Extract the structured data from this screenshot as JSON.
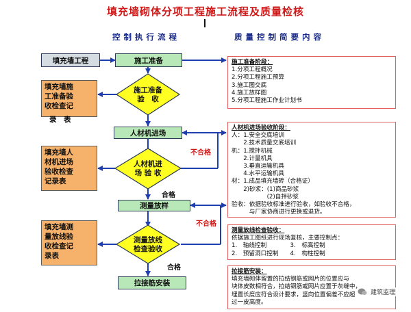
{
  "title": "填充墙砌体分项工程施工流程及质量检核",
  "headers": {
    "left": "控制执行流程",
    "right": "质量控制简要内容"
  },
  "start_box": "填充墙工程",
  "flow": {
    "prep": "施工准备",
    "prep_check": [
      "施工准备",
      "验　收"
    ],
    "entry": "人材机进场",
    "entry_check": [
      "人材机进",
      "场 验 收"
    ],
    "survey": "测量放样",
    "survey_check": [
      "测量放线",
      "检查验收"
    ],
    "rebar": "拉接筋安装"
  },
  "records": [
    [
      "填充墙施",
      "工准备验",
      "收检查记",
      "录　表"
    ],
    [
      "填充墙人",
      "材机进场",
      "验收检查",
      "记录表"
    ],
    [
      "填充墙测",
      "量放线验",
      "收检查记",
      "录表"
    ]
  ],
  "labels": {
    "fail1": "不合格",
    "pass1": "合格",
    "fail2": "不合格",
    "pass2": "合格"
  },
  "panels": {
    "p1": {
      "heading": "施工准备阶段：",
      "lines": [
        "1.分项工程概况",
        "2.分项工程施工预算",
        "3.施工图交底",
        "4.施工放样图",
        "5.分项工程施工作业计划书"
      ]
    },
    "p2": {
      "heading": "人材机进场验收阶段：",
      "lines": [
        "人：1.安全交底培训",
        "　　2.技术质量交底培训",
        "机：1.搅拌机械",
        "　　2.计量机具",
        "　　3.垂直运输机具",
        "　　4.水平运输机具",
        "材：1.成品填充墙砖（合格证）",
        "　　2)砂浆：(1)商品砂浆",
        "　　　　　　(2)自拌砂浆",
        "验收：依据验收标准进行验收，如验收不合格，",
        "　　　与厂家协商进行更换或退货。"
      ]
    },
    "p3": {
      "heading": "测量放线检查验收：",
      "lines": [
        "依据施工图纸进行现场复核，主要控制点：",
        "1.　轴线控制　　　　3.　标高控制",
        "2.　预留洞口控制　　4.　构柱控制"
      ]
    },
    "p4": {
      "heading": "拉接筋安装：",
      "lines": [
        "填充墙砌体留置的拉结钢筋或网片的位置应与",
        "块体皮数相符合，拉结钢筋或网片应置于灰缝中，",
        "埋置长度应符合设计要求，竖向位置偏差不应超",
        "过一皮高度。"
      ]
    }
  },
  "watermark": "建筑监理"
}
